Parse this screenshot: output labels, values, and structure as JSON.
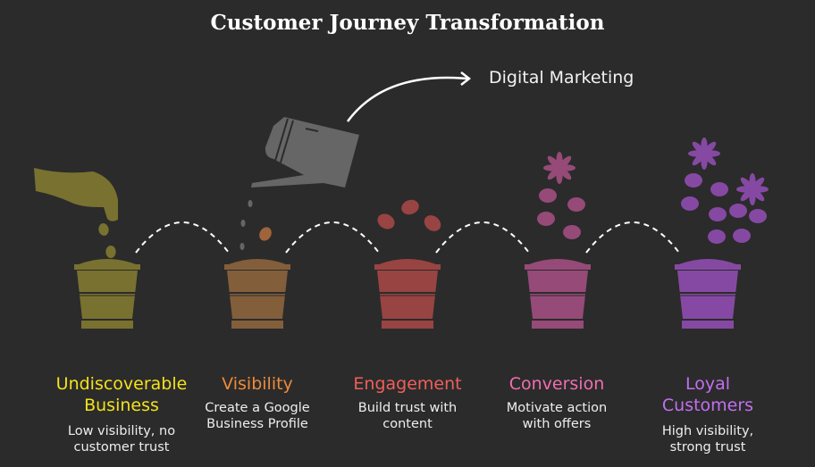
{
  "title": "Customer Journey Transformation",
  "annotation": "Digital Marketing",
  "stages": [
    {
      "heading": "Undiscoverable Business",
      "description": "Low visibility, no customer trust",
      "color": "#f2e21c",
      "pot_color": "#79712f"
    },
    {
      "heading": "Visibility",
      "description": "Create a Google Business Profile",
      "color": "#ef8a3a",
      "pot_color": "#835e3b"
    },
    {
      "heading": "Engagement",
      "description": "Build trust with content",
      "color": "#ef5f5c",
      "pot_color": "#984442"
    },
    {
      "heading": "Conversion",
      "description": "Motivate action with offers",
      "color": "#ef6fae",
      "pot_color": "#964a78"
    },
    {
      "heading": "Loyal Customers",
      "description": "High visibility, strong trust",
      "color": "#c36ff0",
      "pot_color": "#8549a3"
    }
  ]
}
